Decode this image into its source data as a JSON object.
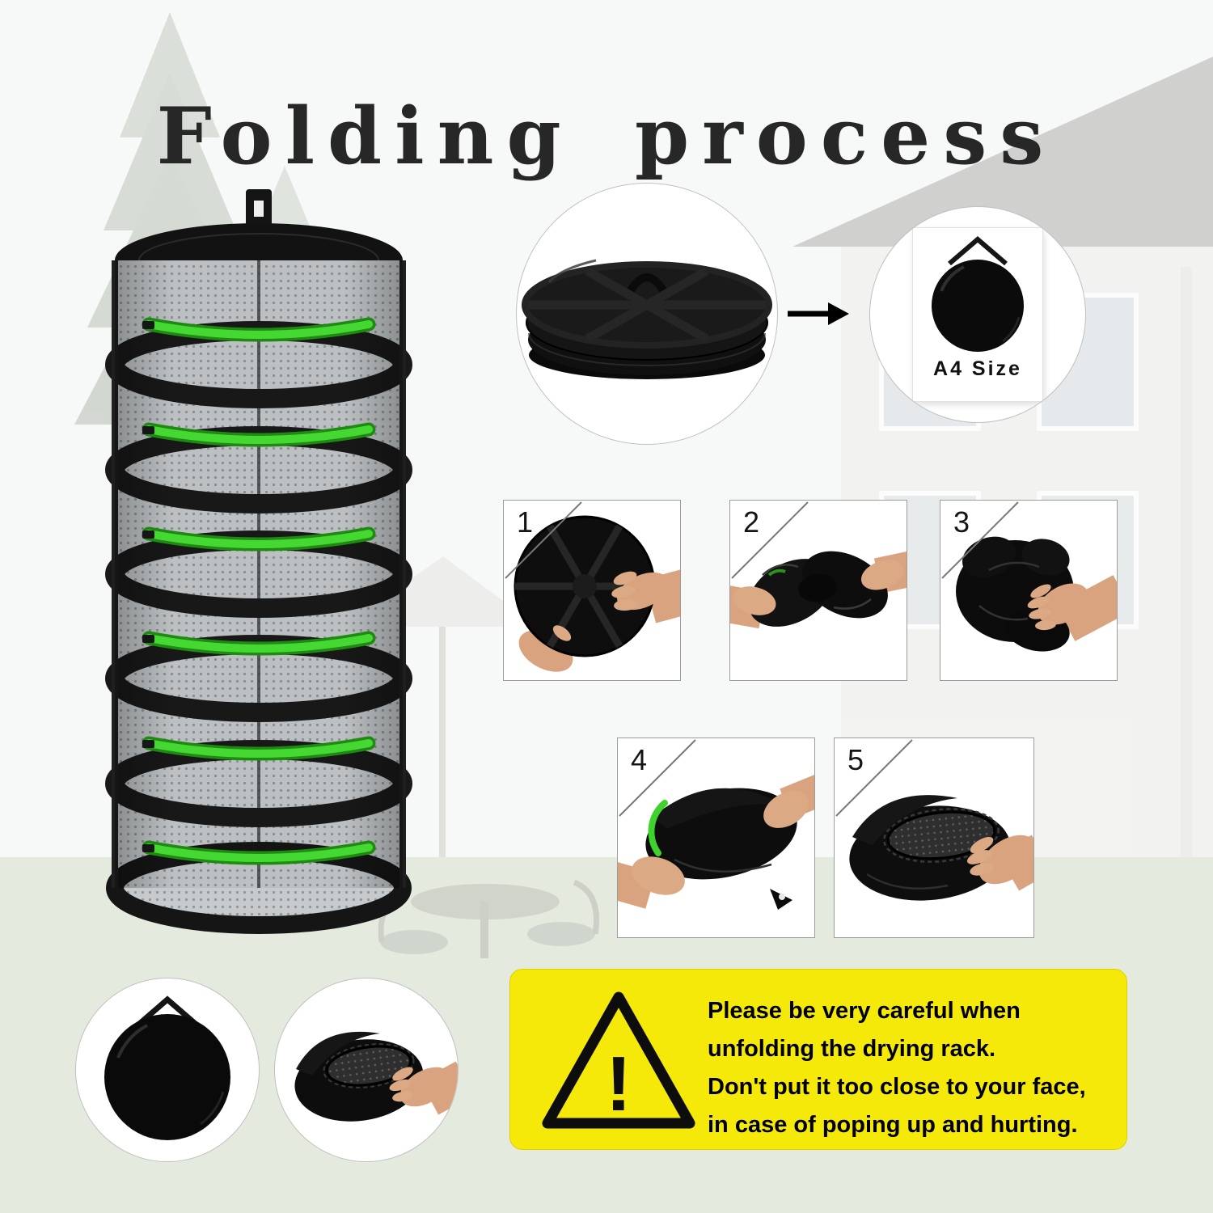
{
  "page": {
    "title": "Folding process"
  },
  "flow": {
    "a4_label": "A4 Size"
  },
  "steps": [
    {
      "number": "1"
    },
    {
      "number": "2"
    },
    {
      "number": "3"
    },
    {
      "number": "4"
    },
    {
      "number": "5"
    }
  ],
  "warning": {
    "exclamation": "!",
    "text1": "Please be very careful when unfolding the drying rack.",
    "text2": "Don't put it too close to your face, in case of poping up and hurting."
  },
  "colors": {
    "zipper_green": "#3fd12c",
    "warning_yellow": "#f5e90a",
    "product_black": "#111111"
  }
}
